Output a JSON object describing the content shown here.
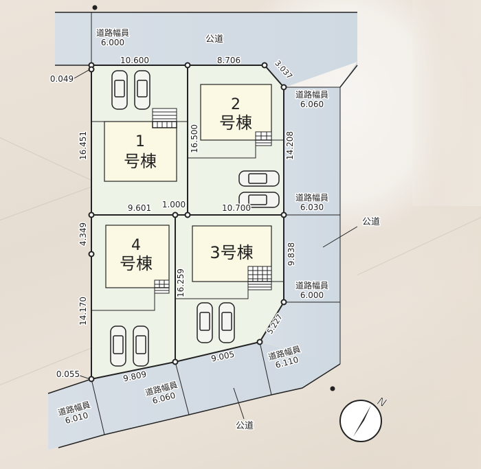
{
  "site_plan": {
    "colors": {
      "road": "#d3dce4",
      "lot": "#eef3e8",
      "building": "#fbf9e4",
      "line": "#222222",
      "background": "#e8dfd4"
    },
    "roads": {
      "north": {
        "label": "公道",
        "width_label": "道路幅員",
        "width": "6.000"
      },
      "east_upper": {
        "width_label": "道路幅員",
        "width": "6.060"
      },
      "east_mid": {
        "width_label": "道路幅員",
        "width": "6.030"
      },
      "east_label": "公道",
      "east_lower": {
        "width_label": "道路幅員",
        "width": "6.000"
      },
      "southeast": {
        "width_label": "道路幅員",
        "width": "6.110"
      },
      "south_mid": {
        "width_label": "道路幅員",
        "width": "6.060"
      },
      "south_label": "公道",
      "southwest": {
        "width_label": "道路幅員",
        "width": "6.010"
      }
    },
    "dimensions": {
      "north_lot1": "10.600",
      "north_lot2": "8.706",
      "corner_ne": "3.037",
      "offset_nw": "0.049",
      "west_lot1": "16.451",
      "lot2_west": "16.500",
      "east_lot2": "14.208",
      "mid_lot1": "9.601",
      "mid_gap": "1.000",
      "mid_lot2": "10.700",
      "west_lot4_upper": "4.349",
      "west_lot4_lower": "14.170",
      "lot3_west": "16.259",
      "east_lot3": "9.838",
      "corner_se": "5.227",
      "south_lot3": "9.005",
      "south_lot4": "9.809",
      "offset_sw": "0.055"
    },
    "buildings": [
      {
        "id": "1",
        "number": "1",
        "suffix": "号棟"
      },
      {
        "id": "2",
        "number": "2",
        "suffix": "号棟"
      },
      {
        "id": "3",
        "number": "3号棟"
      },
      {
        "id": "4",
        "number": "4",
        "suffix": "号棟"
      }
    ],
    "compass": {
      "north_label": "N"
    }
  }
}
